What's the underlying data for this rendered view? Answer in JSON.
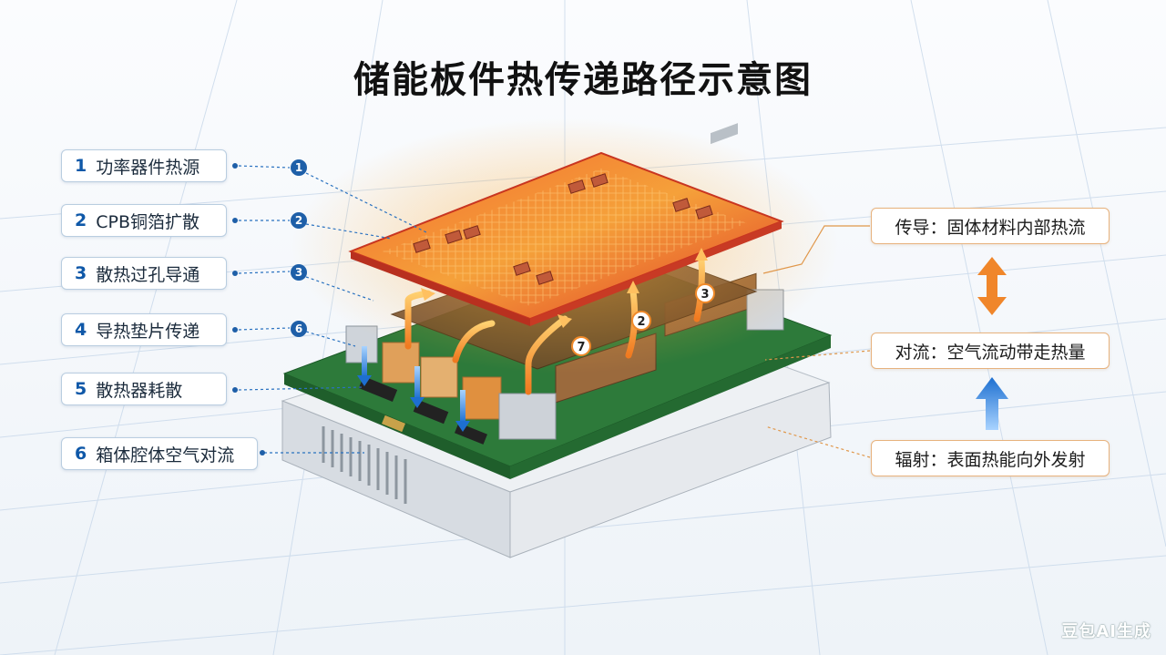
{
  "title": "储能板件热传递路径示意图",
  "left_labels": [
    {
      "num": "1",
      "text": "功率器件热源"
    },
    {
      "num": "2",
      "text": "CPB铜箔扩散"
    },
    {
      "num": "3",
      "text": "散热过孔导通"
    },
    {
      "num": "4",
      "text": "导热垫片传递"
    },
    {
      "num": "5",
      "text": "散热器耗散"
    },
    {
      "num": "6",
      "text": "箱体腔体空气对流"
    }
  ],
  "marker_labels": [
    "1",
    "2",
    "3",
    "6"
  ],
  "path_labels": [
    "2",
    "3",
    "7"
  ],
  "right_labels": {
    "conduction": "传导：固体材料内部热流",
    "convection": "对流：空气流动带走热量",
    "radiation": "辐射：表面热能向外发射"
  },
  "colors": {
    "hot_board": "#e8452a",
    "pcb_green": "#2d7a3a",
    "enclosure": "#dfe3e8",
    "label_blue": "#0f58a8",
    "arrow_orange": "#f08a2a",
    "arrow_blue": "#1d6fd0"
  },
  "watermark": "豆包AI生成"
}
